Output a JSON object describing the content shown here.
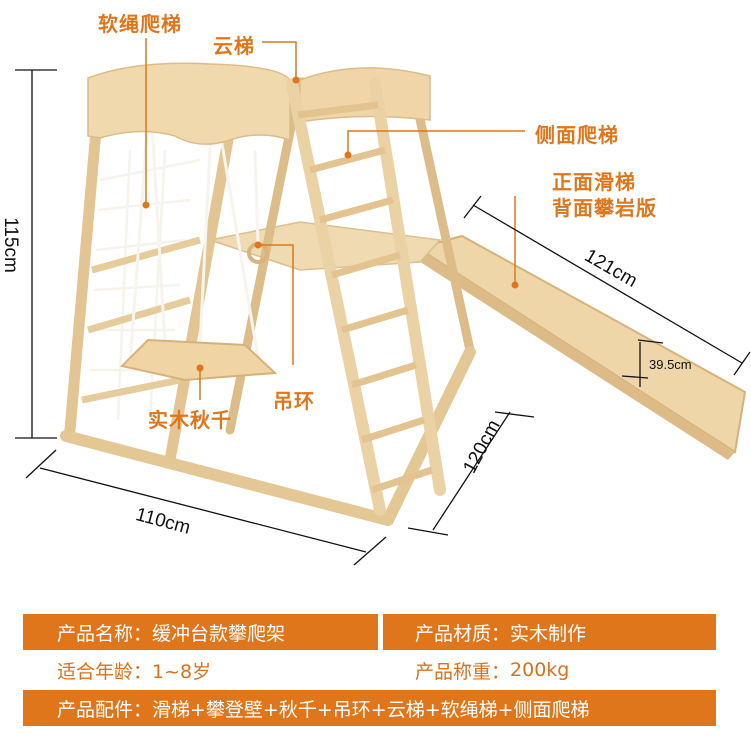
{
  "colors": {
    "accent": "#e0761c",
    "wood_light": "#f3dfbd",
    "wood_mid": "#e9cc9c",
    "wood_dark": "#d8b47c",
    "rope": "#f4f1ea",
    "dimension_line": "#111111"
  },
  "callouts": {
    "rope_ladder": "软绳爬梯",
    "monkey_bars": "云梯",
    "side_ladder": "侧面爬梯",
    "slide_line1": "正面滑梯",
    "slide_line2": "背面攀岩版",
    "ring": "吊环",
    "swing": "实木秋千"
  },
  "dimensions": {
    "height": "115cm",
    "width": "110cm",
    "depth": "120cm",
    "slide_length": "121cm",
    "slide_width": "39.5cm"
  },
  "specs": {
    "name_label": "产品名称：",
    "name_value": "缓冲台款攀爬架",
    "material_label": "产品材质：",
    "material_value": "实木制作",
    "age_label": "适合年龄：",
    "age_value": "1~8岁",
    "weight_label": "产品称重：",
    "weight_value": "200kg",
    "accessories_label": "产品配件：",
    "accessories_value": "滑梯+攀登壁+秋千+吊环+云梯+软绳梯+侧面爬梯"
  }
}
